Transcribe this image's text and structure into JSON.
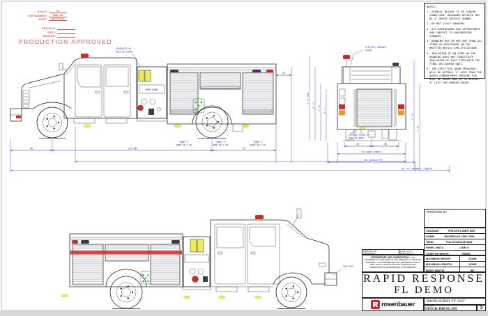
{
  "stamp": {
    "fields_top": [
      {
        "label": "STYLE:",
        "value": "00"
      },
      {
        "label": "JOB NUMBER:",
        "value": "3840-98"
      },
      {
        "label": "DATE:",
        "value": "4/27/2021"
      }
    ],
    "fields_bottom": [
      {
        "label": "SAM FILE:",
        "value": ""
      },
      {
        "label": "DEPT:",
        "value": ""
      },
      {
        "label": "DEALER:",
        "value": ""
      }
    ],
    "approval": "PRODUCTION APPROVED"
  },
  "notes": {
    "title": "NOTES:",
    "items": [
      "1. OVERALL HEIGHT IS IN LOADED CONDITION. UNLOADED HEIGHTS MAY BE 4\" ABOVE HEIGHTS SHOWN.",
      "2. DO NOT SCALE DRAWING.",
      "3. ALL DIMENSIONS ARE APPROXIMATE AND SUBJECT TO ENGINEERING CHANGES.",
      "4. DRAWING MAY OR MAY NOT SHOW ALL ITEMS AS DESCRIBED IN THE WRITTEN DETAIL SPECIFICATIONS.",
      "5. INCLUSION OF AN ITEM ON THE DRAWING DOES NOT CONSTITUTE INCLUSION OF THAT ITEM WITH THE FINAL DELIVERED UNIT.",
      "6. THE EFFECTIVE DOOR OPENINGS WILL BE APPROX. 2\" LESS THAN THE NOTED COMPARTMENT OPENING FOR ROLL UP DOORS AND UP TO APPROX. 4\" LESS FOR HINGED DOORS."
    ]
  },
  "dims": {
    "top": [
      "40",
      "229 WB",
      "92",
      "341",
      "29'-8\" OVERALL LENGTH"
    ],
    "compartments": [
      {
        "l1": "COMPT 1",
        "l2": "OPEN 38 X 59"
      },
      {
        "l1": "COMPT 2",
        "l2": "OPEN 58 X 26"
      },
      {
        "l1": "COMPT 3",
        "l2": "OPEN 38 X 59"
      }
    ],
    "rear_vertical": [
      "9'-4\" OAH",
      "8'-2\"",
      "7'-4\"",
      "6'-1\""
    ],
    "rear_right_vertical": [
      "8'-6\"",
      "7'-2\""
    ],
    "rear_below": [
      "45",
      "45",
      "98 BODY WIDTH",
      "102 OVERALL"
    ],
    "rear_overhang": "22"
  },
  "leaders": {
    "crosslay1": "CROSSLAYS W/",
    "crosslay2": "ROLL-UP COVER",
    "pump_panel": "PUMP PANEL",
    "hosebed1": "ELECTRIC HOSEBED",
    "hosebed2": "COVER",
    "license1": "LICENSE PLATE ON",
    "license2": "REAR OF BODY",
    "tow": "TOW EYES"
  },
  "title_block": {
    "approved_by_label": "APPROVED BY:",
    "specs": [
      {
        "label": "CHASSIS:",
        "value": "FREIGHTLINER 4DR"
      },
      {
        "label": "PUMP:",
        "value": "WATEROUS 1500 GPM"
      },
      {
        "label": "TANK:",
        "value": "POLY/1000/20FOAM"
      },
      {
        "label": "PANEL MATL:",
        "value": "LINE X"
      },
      {
        "label": "COMP INTERIOR:",
        "value": "SWIRL"
      }
    ],
    "limits": [
      {
        "label": "MAXIMUM HEIGHT",
        "value": "NONE"
      },
      {
        "label": "MAXIMUM LENGTH",
        "value": "NONE"
      },
      {
        "label": "BODY WIDTH",
        "value": "98\""
      }
    ],
    "strip": {
      "c1a": "DRAWN BY: SM",
      "c1b": "CHECKED BY:",
      "c2a": "DATE: 4-27-21",
      "c2b": "SCALE: 3/16\"=1'"
    },
    "prop_title": "PROPRIETARY AND CONFIDENTIAL:",
    "prop_body": "THE INFORMATION CONTAINED IN THIS DRAWING IS THE SOLE PROPERTY OF ROSENBAUER. ANY REPRODUCTION IN PART OR AS A WHOLE WITHOUT THE WRITTEN PERMISSION OF ROSENBAUER IS PROHIBITED.",
    "title_line1": "RAPID RESPONSE",
    "title_line2": "FL DEMO",
    "series": "RAPID SERIES FX 3/16\"",
    "dwg_label": "DWG NAME:",
    "dwg_name": "STOCK 4DR FL SM",
    "rev_label": "REV.",
    "rev": "2",
    "logo_text": "rosenbauer"
  },
  "colors": {
    "dim_blue": "#2435c3",
    "stamp_red": "#dd5a52",
    "accent_red": "#cf2b26",
    "warning_yellow": "#f0ec55",
    "medallion_green": "#2eb82e",
    "amber": "#e39b2d",
    "logo_red": "#d01f2f"
  }
}
